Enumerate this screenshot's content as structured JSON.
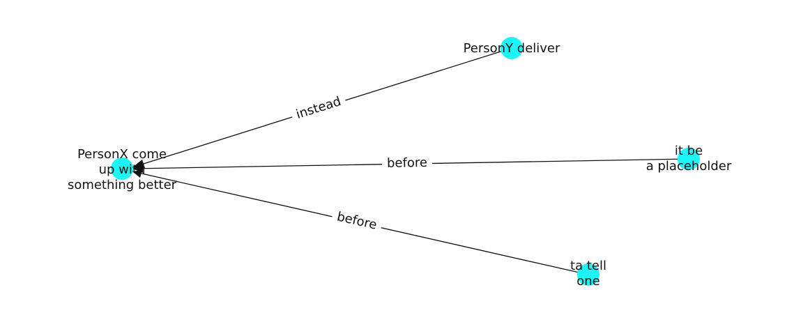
{
  "colors": {
    "node_fill": "#1cf6f6",
    "edge": "#111111",
    "background": "#ffffff"
  },
  "nodes": {
    "center": {
      "lines": [
        "PersonX come",
        "up with",
        "something better"
      ]
    },
    "deliver": {
      "lines": [
        "PersonY deliver"
      ]
    },
    "placeholder": {
      "lines": [
        "it be",
        "a placeholder"
      ]
    },
    "tell": {
      "lines": [
        "ta tell",
        "one"
      ]
    }
  },
  "edges": {
    "deliver_to_center": {
      "label": "instead"
    },
    "placeholder_to_center": {
      "label": "before"
    },
    "tell_to_center": {
      "label": "before"
    }
  }
}
